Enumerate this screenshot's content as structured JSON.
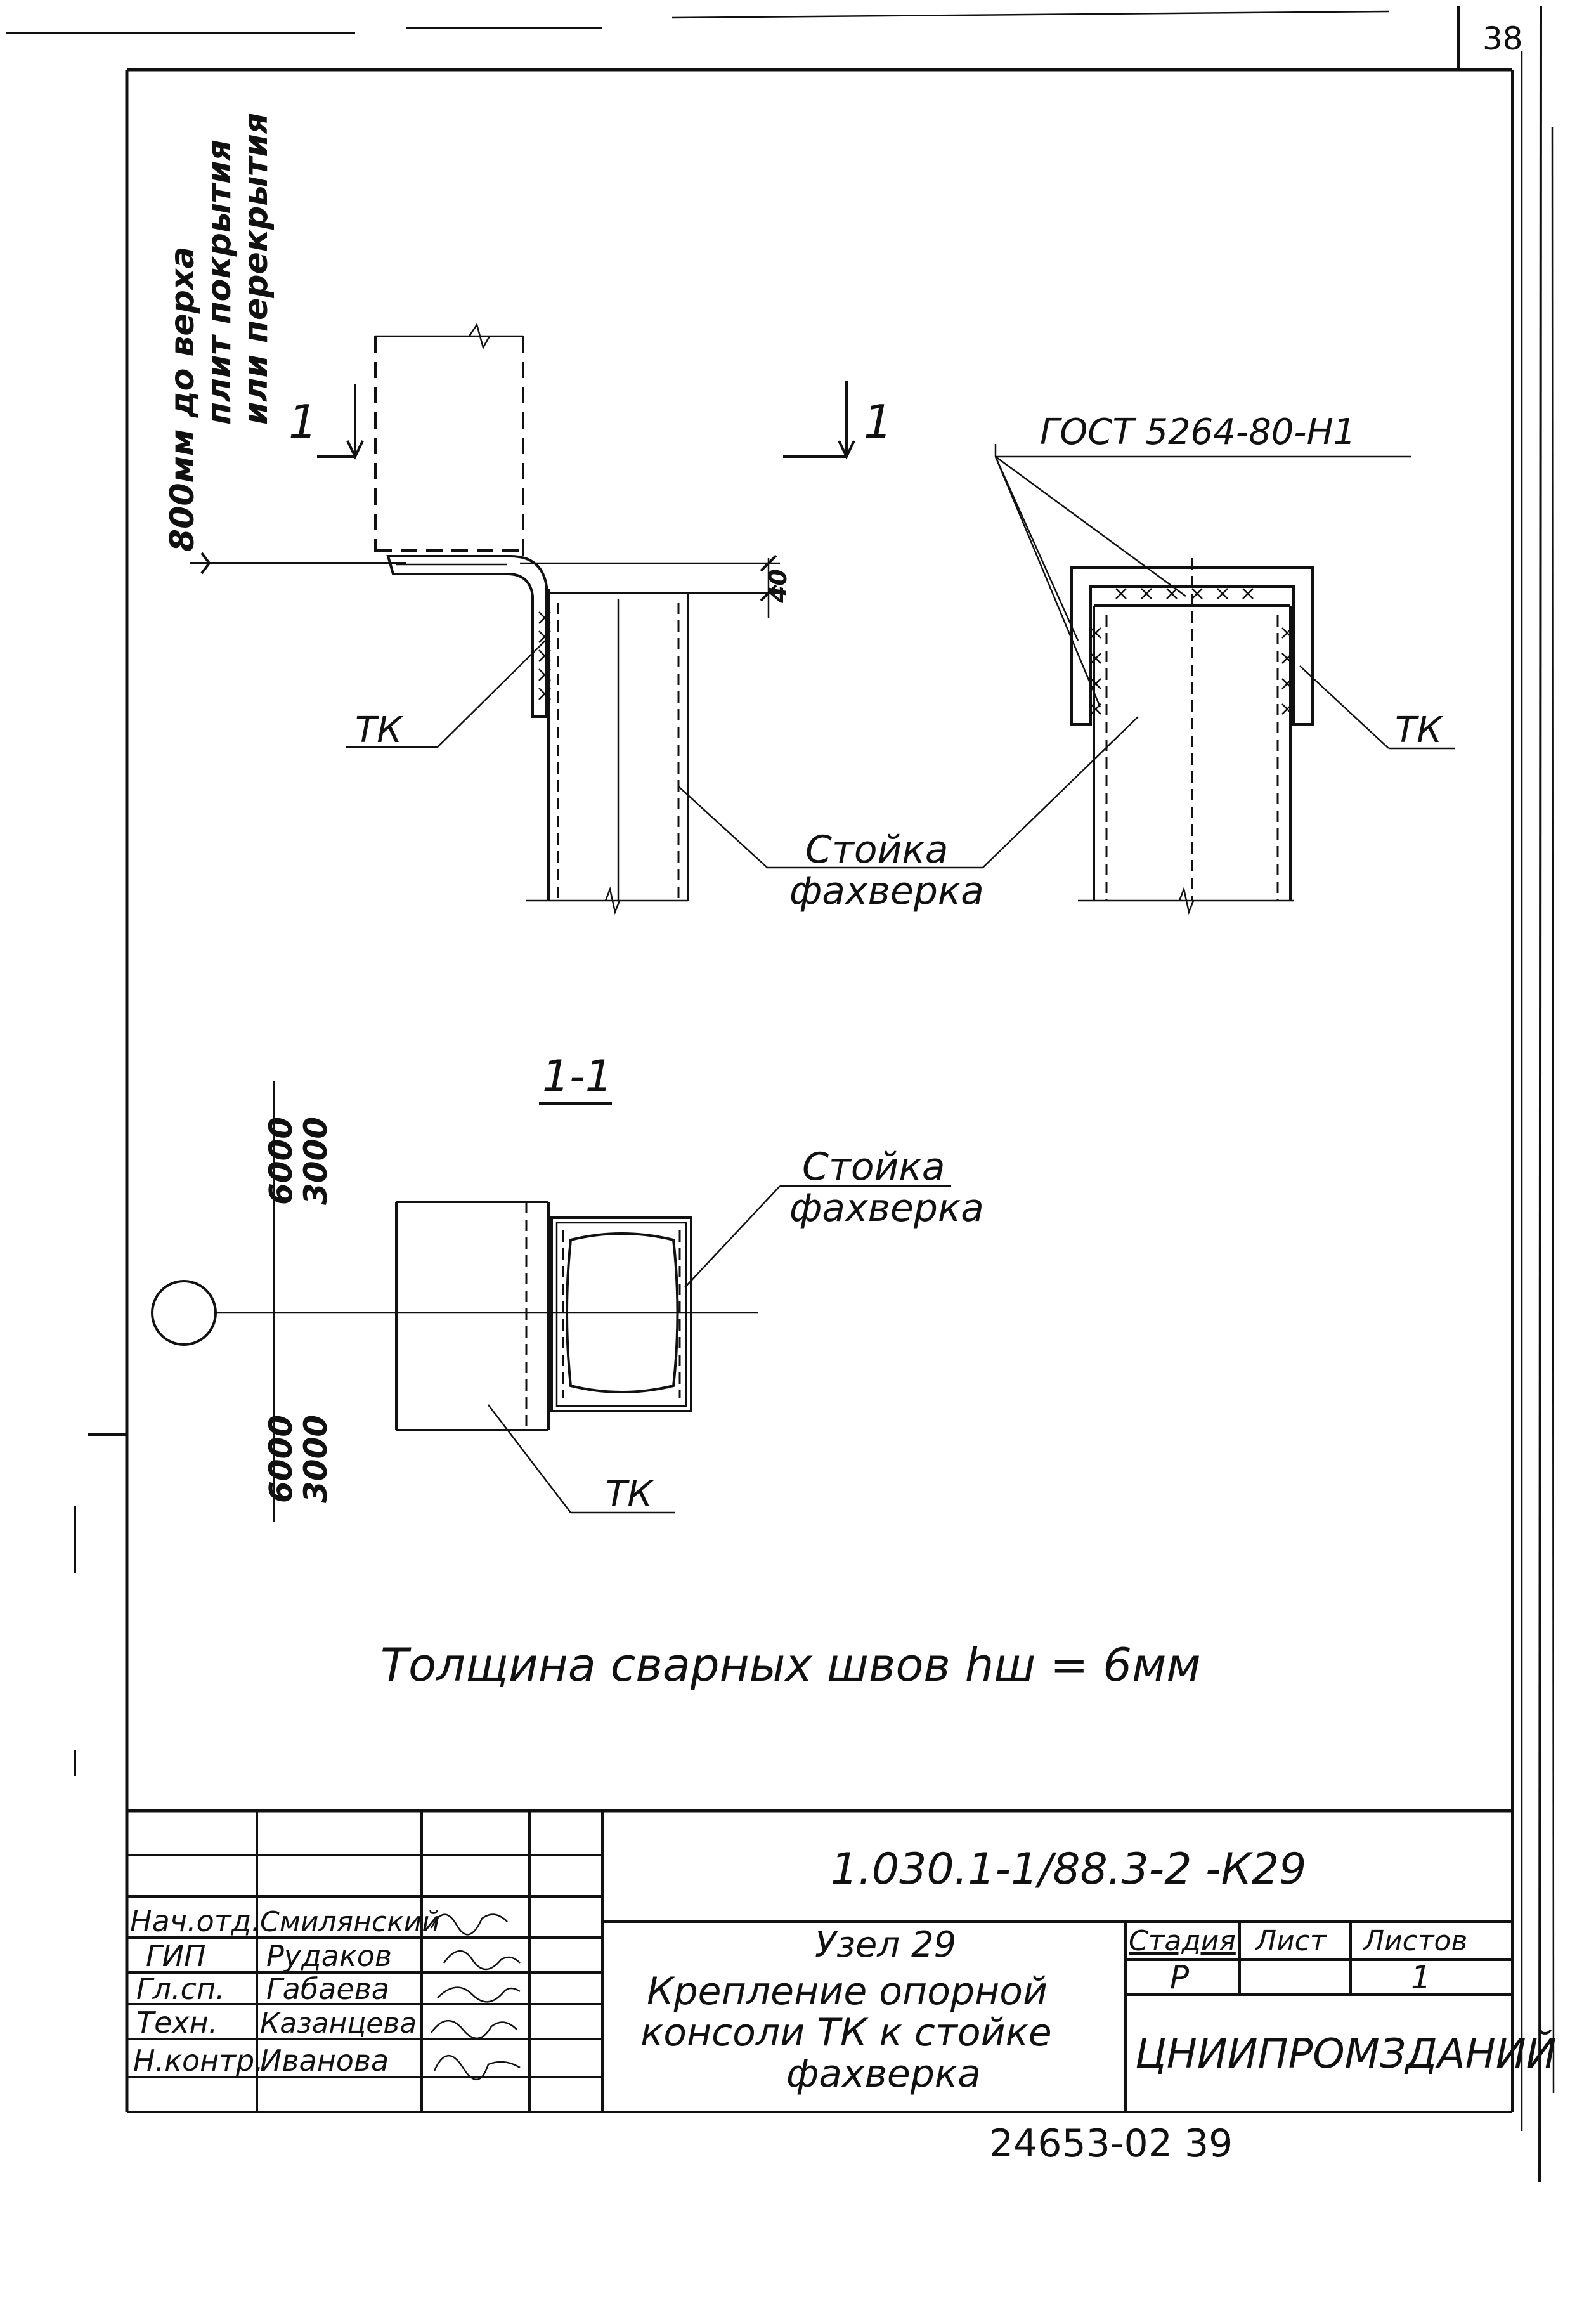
{
  "page_number": "38",
  "elevation_note": {
    "line1": "800мм до верха",
    "line2": "плит покрытия",
    "line3": "или перекрытия"
  },
  "section_marks": {
    "left": "1",
    "right": "1",
    "section_title": "1-1"
  },
  "dimension_40": "40",
  "gost_callout": "ГОСТ 5264-80-Н1",
  "labels": {
    "tk_left": "ТК",
    "tk_right": "ТК",
    "tk_bottom": "ТК",
    "stoika_top_line1": "Стойка",
    "stoika_top_line2": "фахверка",
    "stoika_bottom_line1": "Стойка",
    "stoika_bottom_line2": "фахверка"
  },
  "axis_dims": {
    "top_a": "6000",
    "top_b": "3000",
    "bottom_a": "6000",
    "bottom_b": "3000"
  },
  "weld_note": "Толщина сварных швов hш = 6мм",
  "title_block": {
    "drawing_code": "1.030.1-1/88.3-2 -К29",
    "node": "Узел 29",
    "title_line1": "Крепление опорной",
    "title_line2": "консоли ТК к стойке",
    "title_line3": "фахверка",
    "stage_header": "Стадия",
    "sheet_header": "Лист",
    "sheets_header": "Листов",
    "stage_value": "Р",
    "sheet_value": "",
    "sheets_value": "1",
    "organization": "ЦНИИПРОМЗДАНИЙ",
    "roles": [
      "Нач.отд.",
      "ГИП",
      "Гл.сп.",
      "Техн.",
      "Н.контр."
    ],
    "names": [
      "Смилянский",
      "Рудаков",
      "Габаева",
      "Казанцева",
      "Иванова"
    ]
  },
  "footer_number": "24653-02   39"
}
